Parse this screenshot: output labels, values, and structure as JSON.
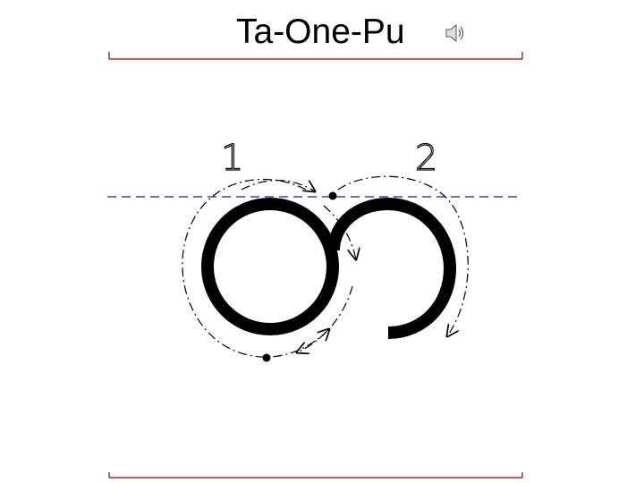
{
  "title": "Ta-One-Pu",
  "stroke_labels": [
    "1",
    "2"
  ],
  "icons": {
    "speaker": "speaker-icon"
  },
  "colors": {
    "guide_line": "#cc2222",
    "midline": "#1a1aaa",
    "stroke": "#000000",
    "background": "#ffffff"
  }
}
